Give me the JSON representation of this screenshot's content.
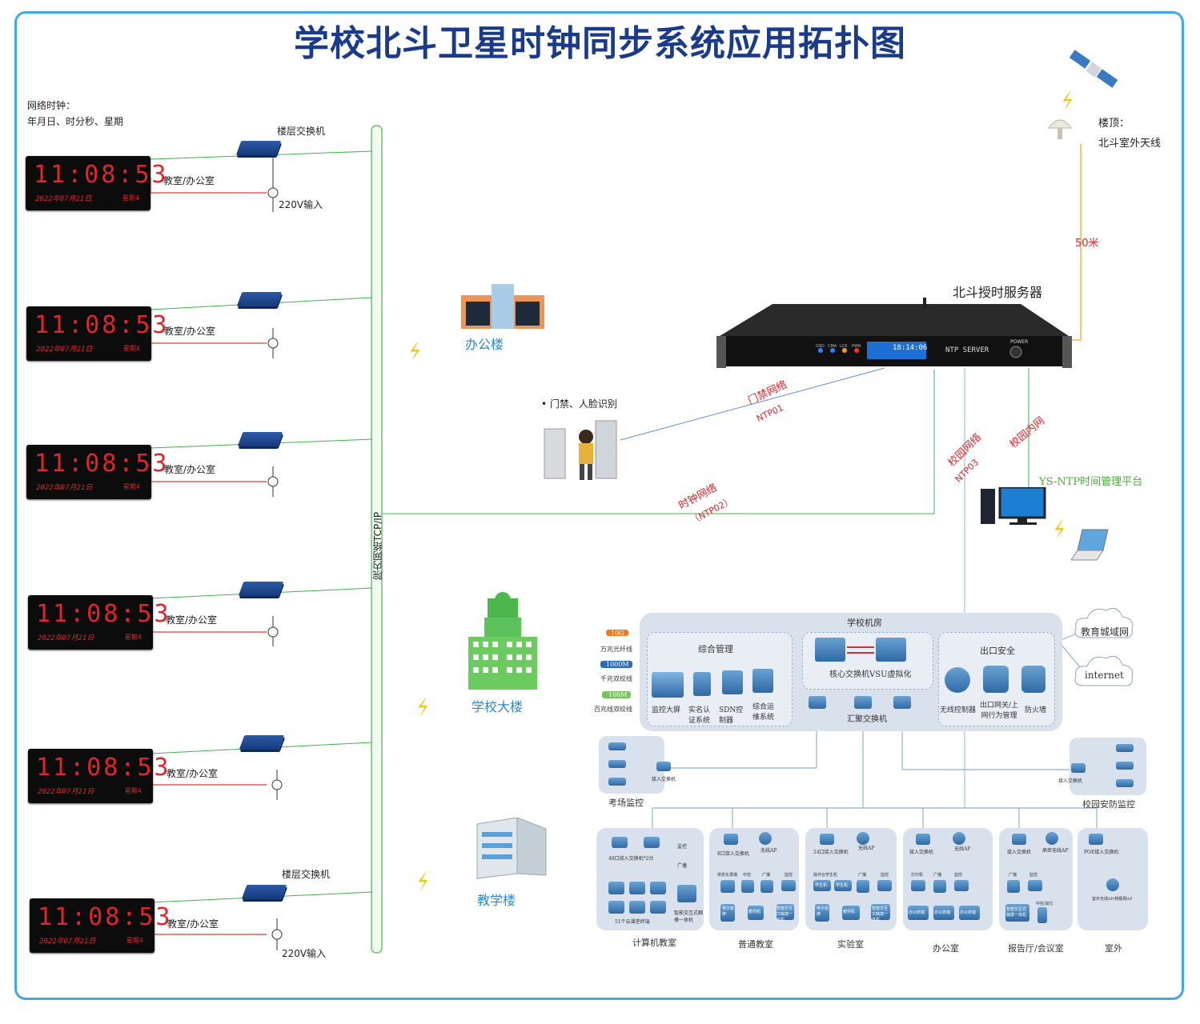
{
  "title": "学校北斗卫星时钟同步系统应用拓扑图",
  "network_clock_note": {
    "line1": "网络时钟：",
    "line2": "年月日、时分秒、星期"
  },
  "floor_switch_label": "楼层交换机",
  "room_label": "教室/办公室",
  "power_label": "220V输入",
  "clock": {
    "time": "11:08:53",
    "date": "2022年07月21日",
    "week": "星期4"
  },
  "backbone_label": "院内网络TCP/IP",
  "roof": {
    "line1": "楼顶：",
    "line2": "北斗室外天线"
  },
  "cable_length": "50米",
  "server": {
    "title": "北斗授时服务器",
    "panel_text": "NTP SERVER",
    "power": "POWER",
    "leds": [
      "GSD",
      "CMA",
      "LCK",
      "PWR"
    ],
    "display": "18:14:06"
  },
  "access_control": "• 门禁、人脸识别",
  "links": {
    "door_net": "门禁网络",
    "ntp01": "NTP01",
    "clock_net": "时钟网络",
    "ntp02": "（NTP02）",
    "campus_net": "校园网络",
    "ntp03": "NTP03",
    "intranet": "校园内网"
  },
  "platform": "YS-NTP时间管理平台",
  "buildings": {
    "office": "办公楼",
    "main": "学校大楼",
    "teaching": "教学楼"
  },
  "legend": {
    "g10": "10G",
    "g10_label": "万兆光纤线",
    "g1000": "1000M",
    "g1000_label": "千兆双绞线",
    "m100": "100M",
    "m100_label": "百兆线双绞线"
  },
  "room": {
    "title": "学校机房",
    "mgmt": {
      "title": "综合管理",
      "items": [
        "监控大屏",
        "实名认证系统",
        "SDN控制器",
        "综合运维系统"
      ]
    },
    "core": "核心交换机VSU虚拟化",
    "agg": "汇聚交换机",
    "exit": {
      "title": "出口安全",
      "items": [
        "无线控制器",
        "出口网关/上网行为管理",
        "防火墙"
      ]
    }
  },
  "clouds": {
    "edu": "教育城域网",
    "internet": "internet"
  },
  "monitor_left": {
    "title": "考场监控",
    "switch": "接入交换机"
  },
  "monitor_right": {
    "title": "校园安防监控",
    "switch": "接入交换机"
  },
  "bottom": [
    {
      "title": "计算机教室",
      "a": "48口接入交换机*2台",
      "b": "监控",
      "c": "广播",
      "d": "51个云课堂终端",
      "e": "智能交互式触摸一体机"
    },
    {
      "title": "普通教室",
      "a": "8口接入交换机",
      "b": "无线AP",
      "c": "常态化录播",
      "d": "中控",
      "e": "广播",
      "f": "监控",
      "g": "电子班牌",
      "h": "教师机",
      "i": "智能交互式触摸一体机"
    },
    {
      "title": "实验室",
      "a": "24口接入交换机",
      "b": "无线AP",
      "c": "操作台学生机",
      "d": "学生机",
      "e": "学生机",
      "f": "广播",
      "g": "监控",
      "h": "电子班牌",
      "i": "教师机",
      "j": "智能交互式触摸一体机"
    },
    {
      "title": "办公室",
      "a": "接入交换机",
      "b": "无线AP",
      "c": "打印机",
      "d": "广播",
      "e": "监控",
      "f": "办公终端",
      "g": "办公终端",
      "h": "办公终端"
    },
    {
      "title": "报告厅/会议室",
      "a": "接入交换机",
      "b": "高密无线AP",
      "c": "广播",
      "d": "监控",
      "e": "智能交互式触摸一体机",
      "f": "中控/其它"
    },
    {
      "title": "室外",
      "a": "POE接入交换机",
      "b": "室外无线AP/物联网AP"
    }
  ]
}
